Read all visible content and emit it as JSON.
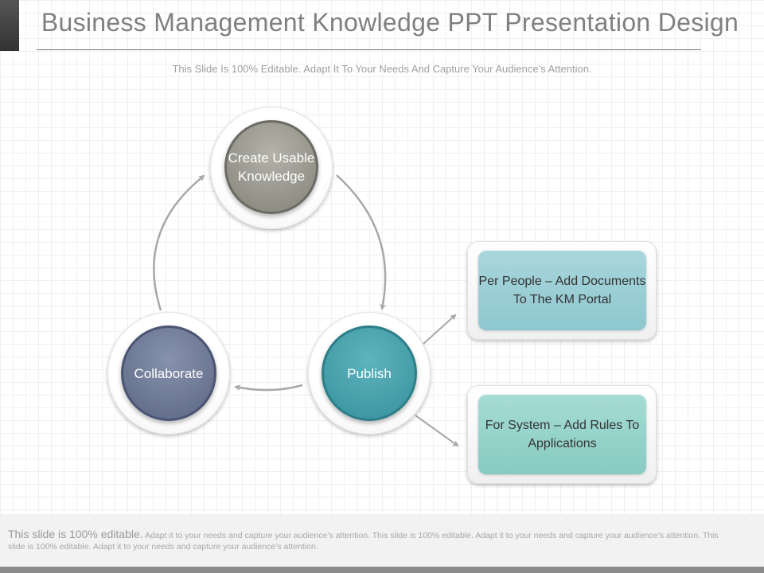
{
  "slide": {
    "title": "Business Management Knowledge PPT Presentation Design",
    "subtitle": "This Slide Is 100% Editable. Adapt It To Your Needs And Capture Your Audience’s Attention."
  },
  "nodes": {
    "create": "Create Usable Knowledge",
    "collaborate": "Collaborate",
    "publish": "Publish"
  },
  "cards": {
    "people": "Per People – Add Documents To The KM Portal",
    "system": "For System – Add Rules To Applications"
  },
  "footer": {
    "lead": "This slide is 100% editable.",
    "body": "Adapt it to your needs and capture your audience’s attention. This slide is 100% editable. Adapt it to your needs and capture your audience’s attention. This slide is 100% editable. Adapt it to your needs and capture your audience’s attention."
  },
  "colors": {
    "create_node": "#9a998f",
    "collaborate_node": "#6e7896",
    "publish_node": "#45a2ad",
    "people_card": "#9ccfd6",
    "system_card": "#95d3ca",
    "arrow": "#a8a8a8"
  }
}
